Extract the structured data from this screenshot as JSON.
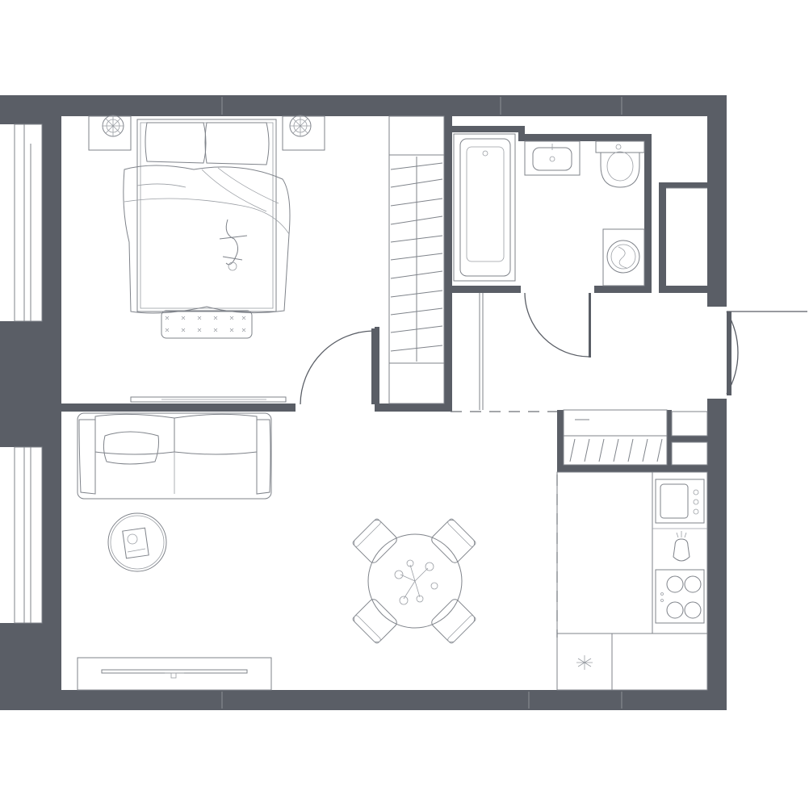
{
  "plan": {
    "wall_color": "#5a5e66",
    "line_color": "#7f838a",
    "background": "#ffffff",
    "rooms": [
      "bedroom",
      "living-room",
      "kitchen",
      "bathroom",
      "hallway",
      "storage"
    ],
    "icons": [
      "bed-icon",
      "sofa-icon",
      "dining-table-icon",
      "bathtub-icon",
      "toilet-icon",
      "sink-icon",
      "washing-machine-icon",
      "stove-icon",
      "tv-icon",
      "wardrobe-icon"
    ]
  }
}
